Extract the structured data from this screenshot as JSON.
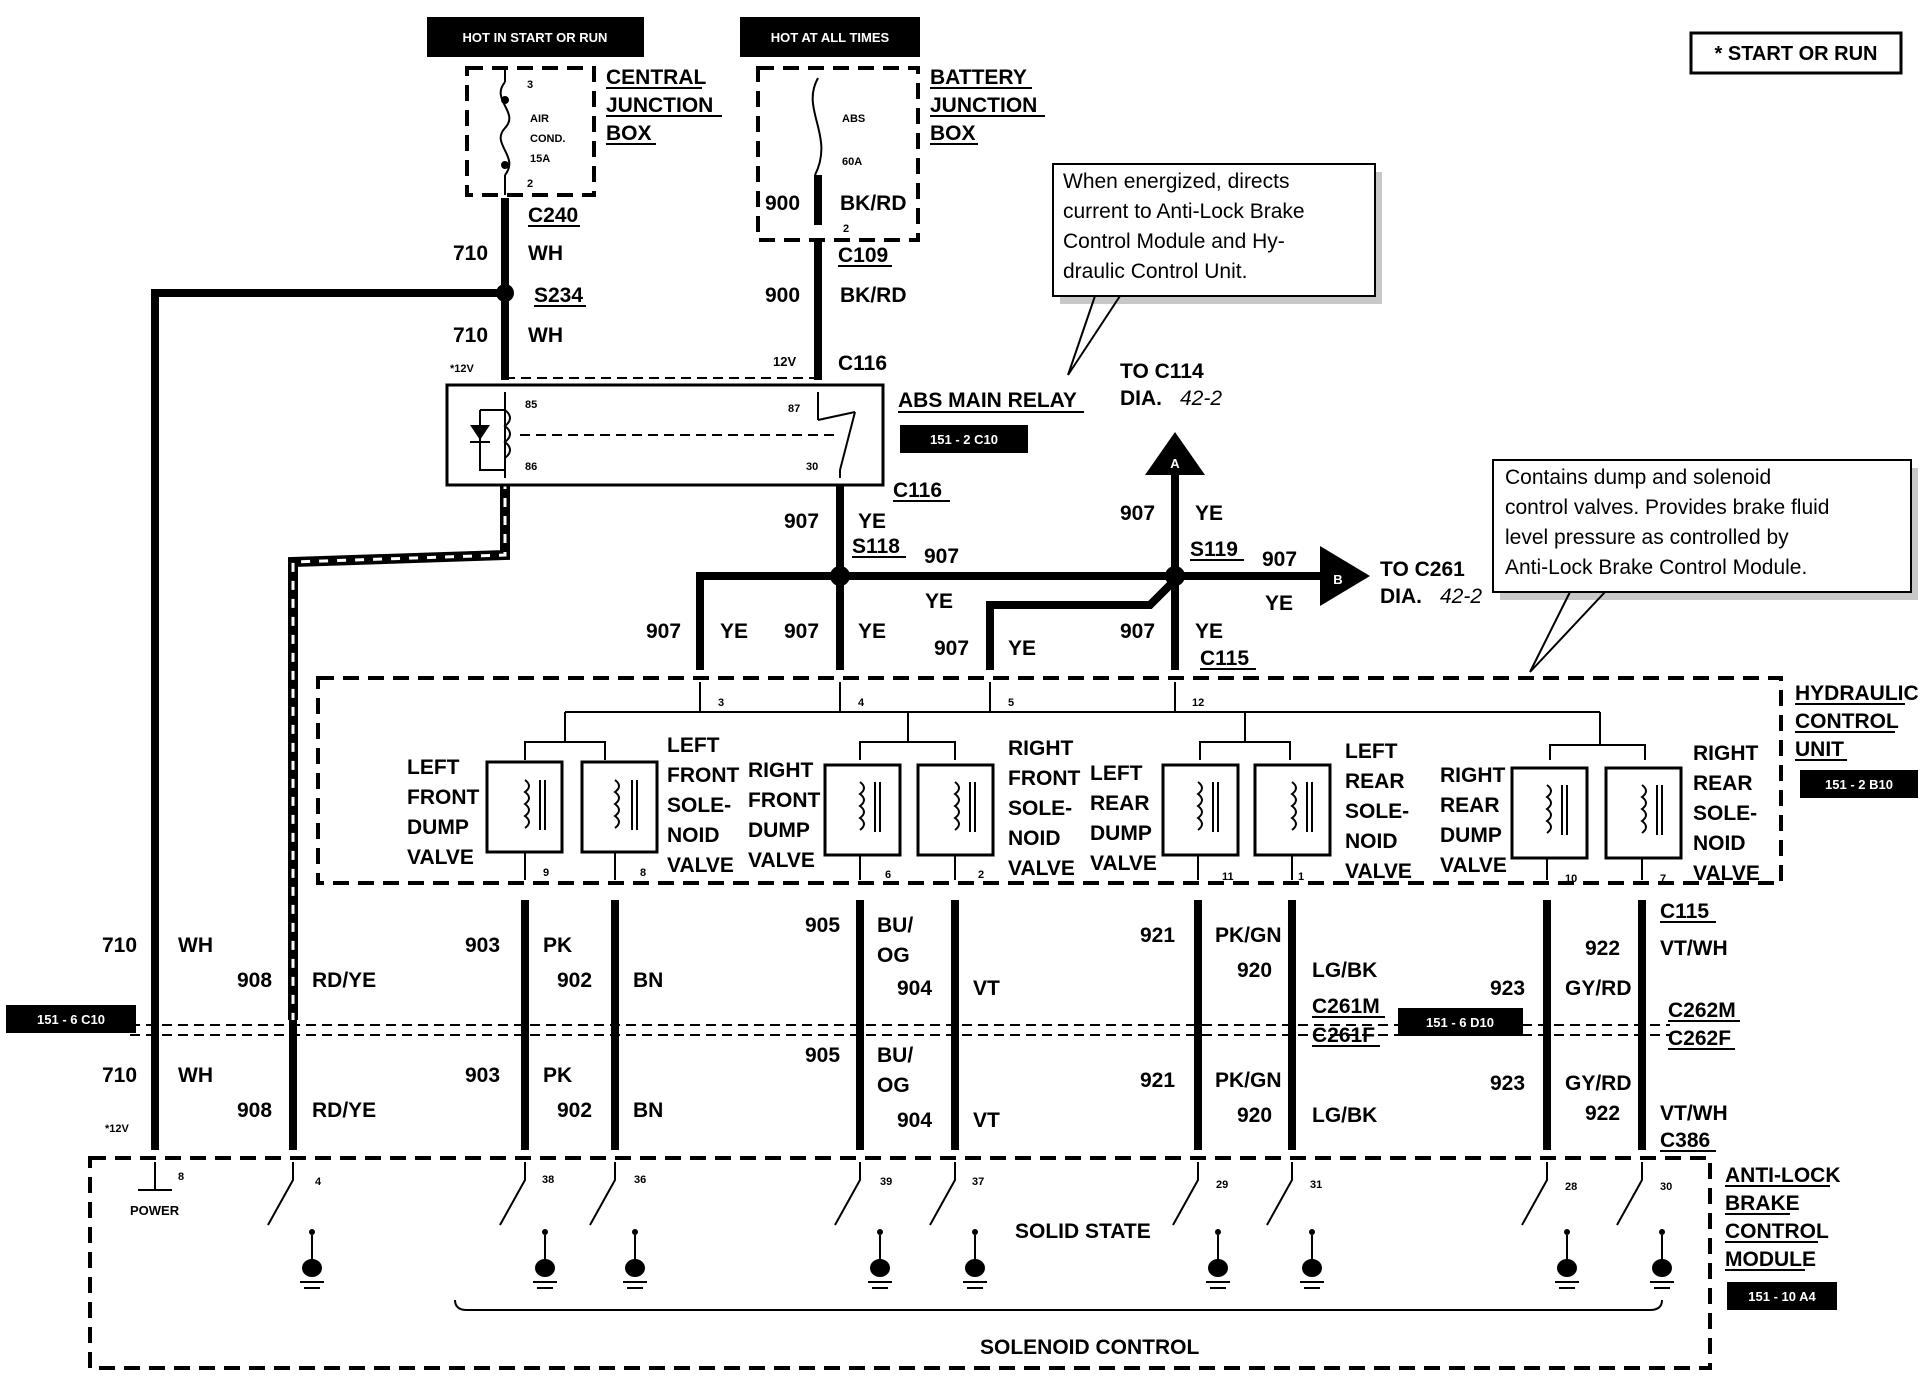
{
  "header": {
    "hot_start_run": "HOT IN START OR RUN",
    "hot_all_times": "HOT AT ALL TIMES",
    "start_or_run_note": "* START OR RUN"
  },
  "central_junction_box": {
    "title_l1": "CENTRAL",
    "title_l2": "JUNCTION",
    "title_l3": "BOX",
    "pin_top": "3",
    "pin_bottom": "2",
    "fuse_l1": "AIR",
    "fuse_l2": "COND.",
    "fuse_l3": "15A"
  },
  "battery_junction_box": {
    "title_l1": "BATTERY",
    "title_l2": "JUNCTION",
    "title_l3": "BOX",
    "fuse_l1": "ABS",
    "fuse_l2": "60A",
    "wire_num": "900",
    "wire_color": "BK/RD",
    "pin": "2"
  },
  "callouts": {
    "relay_note": [
      "When energized, directs",
      "current to Anti-Lock Brake",
      "Control Module and Hy-",
      "draulic Control Unit."
    ],
    "hcu_note": [
      "Contains dump and solenoid",
      "control valves.  Provides brake fluid",
      "level pressure as controlled by",
      "Anti-Lock Brake Control Module."
    ]
  },
  "connectors": {
    "c240": "C240",
    "c109": "C109",
    "c116a": "C116",
    "c116b": "C116",
    "s234": "S234",
    "s118": "S118",
    "s119": "S119",
    "c115a": "C115",
    "c115b": "C115",
    "c261m": "C261M",
    "c261f": "C261F",
    "c262m": "C262M",
    "c262f": "C262F",
    "c386": "C386"
  },
  "relay": {
    "title": "ABS MAIN RELAY",
    "ref": "151 - 2 C10",
    "pin85": "85",
    "pin86": "86",
    "pin87": "87",
    "pin30": "30",
    "v12": "12V",
    "v12star": "*12V"
  },
  "wires": {
    "w710": "710",
    "wh": "WH",
    "w900": "900",
    "bkrd": "BK/RD",
    "w907": "907",
    "ye": "YE",
    "w908": "908",
    "rdye": "RD/YE",
    "w903": "903",
    "pk": "PK",
    "w902": "902",
    "bn": "BN",
    "w905": "905",
    "bu": "BU/",
    "og": "OG",
    "w904": "904",
    "vt": "VT",
    "w921": "921",
    "pkgn": "PK/GN",
    "w920": "920",
    "lgbk": "LG/BK",
    "w923": "923",
    "gyrd": "GY/RD",
    "w922": "922",
    "vtwh": "VT/WH"
  },
  "offpage": {
    "a_letter": "A",
    "a_to": "TO C114",
    "a_dia": "DIA.",
    "a_num": "42-2",
    "b_letter": "B",
    "b_to": "TO C261",
    "b_dia": "DIA.",
    "b_num": "42-2"
  },
  "hcu": {
    "title_l1": "HYDRAULIC",
    "title_l2": "CONTROL",
    "title_l3": "UNIT",
    "ref": "151 - 2 B10",
    "pins_top": [
      "3",
      "4",
      "5",
      "12"
    ],
    "pins_bottom": [
      "9",
      "8",
      "6",
      "2",
      "11",
      "1",
      "10",
      "7"
    ],
    "lf_dump": [
      "LEFT",
      "FRONT",
      "DUMP",
      "VALVE"
    ],
    "lf_sol": [
      "LEFT",
      "FRONT",
      "SOLE-",
      "NOID",
      "VALVE"
    ],
    "rf_dump": [
      "RIGHT",
      "FRONT",
      "DUMP",
      "VALVE"
    ],
    "rf_sol": [
      "RIGHT",
      "FRONT",
      "SOLE-",
      "NOID",
      "VALVE"
    ],
    "lr_dump": [
      "LEFT",
      "REAR",
      "DUMP",
      "VALVE"
    ],
    "lr_sol": [
      "LEFT",
      "REAR",
      "SOLE-",
      "NOID",
      "VALVE"
    ],
    "rr_dump": [
      "RIGHT",
      "REAR",
      "DUMP",
      "VALVE"
    ],
    "rr_sol": [
      "RIGHT",
      "REAR",
      "SOLE-",
      "NOID",
      "VALVE"
    ]
  },
  "refs": {
    "left_ref": "151 - 6 C10",
    "mid_ref": "151 - 6 D10",
    "module_ref": "151 - 10 A4"
  },
  "module": {
    "title_l1": "ANTI-LOCK",
    "title_l2": "BRAKE",
    "title_l3": "CONTROL",
    "title_l4": "MODULE",
    "power": "POWER",
    "solid_state": "SOLID STATE",
    "solenoid_control": "SOLENOID CONTROL",
    "pins": [
      "8",
      "4",
      "38",
      "36",
      "39",
      "37",
      "29",
      "31",
      "28",
      "30"
    ]
  }
}
